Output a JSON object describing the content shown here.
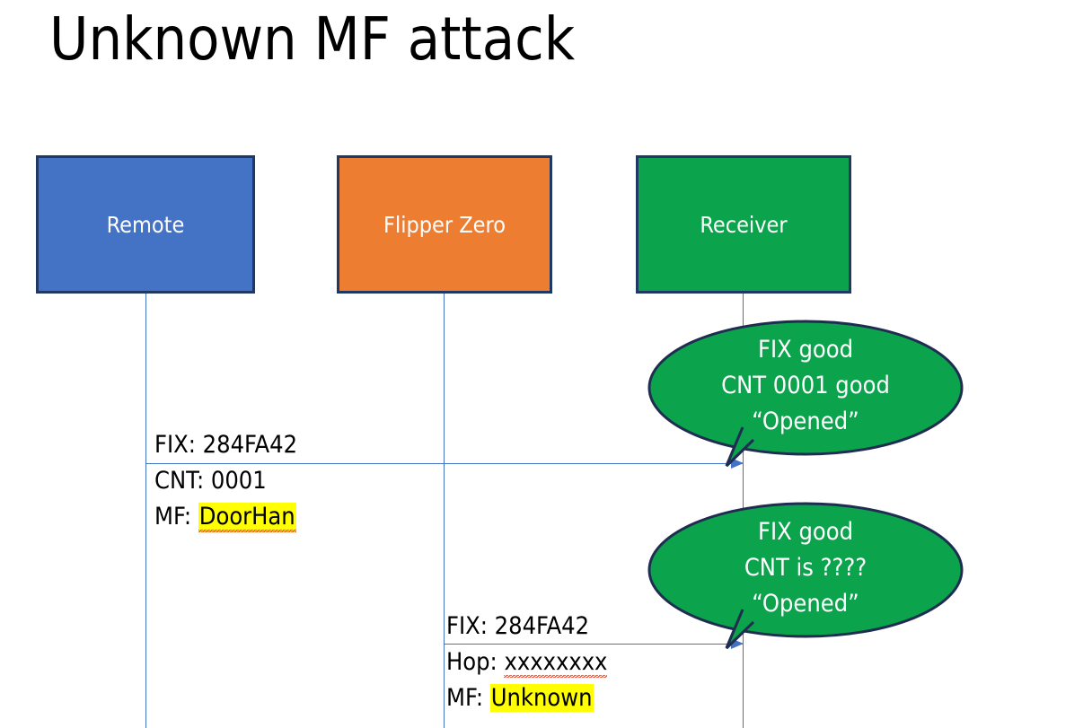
{
  "slide": {
    "title": "Unknown MF attack",
    "background_color": "#FFFFFF"
  },
  "colors": {
    "remote_fill": "#4472C4",
    "flipper_fill": "#ED7D31",
    "receiver_fill": "#0BA34C",
    "box_border": "#1F3864",
    "lifeline": "#4472C4",
    "arrow": "#4472C4",
    "highlight": "#FFFF00",
    "bubble_fill": "#0BA34C",
    "bubble_border": "#1F2D50",
    "text_dark": "#000000",
    "text_light": "#FFFFFF",
    "spellcheck_underline": "#E03A1E"
  },
  "actors": [
    {
      "id": "remote",
      "label": "Remote"
    },
    {
      "id": "flipper",
      "label": "Flipper Zero"
    },
    {
      "id": "receiver",
      "label": "Receiver"
    }
  ],
  "messages": [
    {
      "id": "msg1",
      "from": "remote",
      "to": "receiver",
      "lines": [
        {
          "prefix": "FIX: ",
          "value": "284FA42",
          "highlight": false,
          "spellcheck": false
        },
        {
          "prefix": "CNT: ",
          "value": "0001",
          "highlight": false,
          "spellcheck": false
        },
        {
          "prefix": "MF: ",
          "value": "DoorHan",
          "highlight": true,
          "spellcheck": true
        }
      ]
    },
    {
      "id": "msg2",
      "from": "flipper",
      "to": "receiver",
      "lines": [
        {
          "prefix": "FIX: ",
          "value": "284FA42",
          "highlight": false,
          "spellcheck": false
        },
        {
          "prefix": "Hop: ",
          "value": "xxxxxxxx",
          "highlight": false,
          "spellcheck": true
        },
        {
          "prefix": "MF: ",
          "value": "Unknown",
          "highlight": true,
          "spellcheck": false
        }
      ]
    }
  ],
  "bubbles": [
    {
      "id": "bubble1",
      "owner": "receiver",
      "lines": [
        "FIX good",
        "CNT 0001 good",
        "“Opened”"
      ]
    },
    {
      "id": "bubble2",
      "owner": "receiver",
      "lines": [
        "FIX good",
        "CNT is ????",
        "“Opened”"
      ]
    }
  ]
}
